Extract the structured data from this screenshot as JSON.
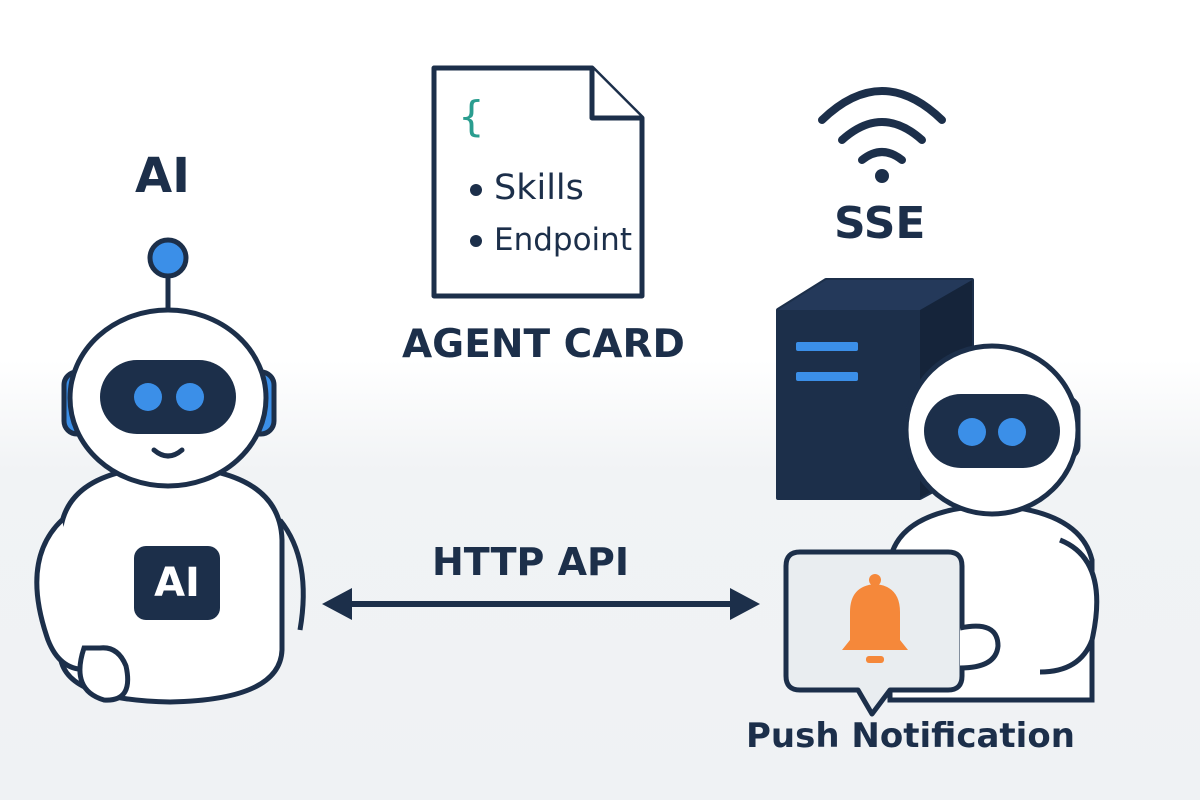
{
  "left_agent": {
    "title": "AI",
    "chest_badge": "AI"
  },
  "agent_card": {
    "brace": "{",
    "items": [
      "Skills",
      "Endpoint"
    ],
    "caption": "AGENT CARD"
  },
  "sse": {
    "label": "SSE"
  },
  "connection": {
    "label": "HTTP API"
  },
  "right_agent": {
    "notification_label": "Push Notification"
  },
  "colors": {
    "navy": "#1c2f4a",
    "blue": "#3b8fe8",
    "orange": "#f5883a",
    "teal": "#2a9d8f",
    "panel": "#e9edf0"
  }
}
